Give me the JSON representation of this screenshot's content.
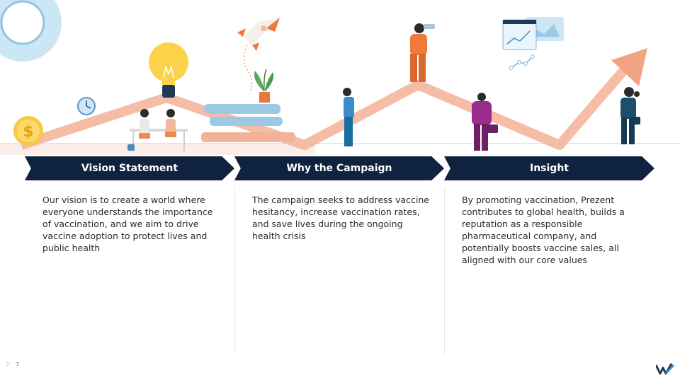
{
  "columns": [
    {
      "title": "Vision Statement",
      "text": "Our vision is to create a world where everyone understands the importance of vaccination, and we aim to drive vaccine adoption to protect lives and public health"
    },
    {
      "title": "Why the Campaign",
      "text": "The campaign seeks to address vaccine hesitancy, increase vaccination rates, and save lives during the ongoing health crisis"
    },
    {
      "title": "Insight",
      "text": "By promoting vaccination, Prezent contributes to global health, builds a reputation as a responsible pharmaceutical company, and potentially boosts vaccine sales, all aligned with our core values"
    }
  ],
  "footer": {
    "page_faint": "7",
    "page": "7"
  },
  "colors": {
    "navy": "#0f2340",
    "arrow": "#f0a484",
    "accent": "#f07a3a"
  },
  "icons": [
    "gear-icon",
    "dollar-coin-icon",
    "clock-icon",
    "light-bulb-icon",
    "rocket-icon",
    "plant-icon",
    "books-icon",
    "dashboard-icon",
    "growth-arrow-icon",
    "logo-icon"
  ]
}
